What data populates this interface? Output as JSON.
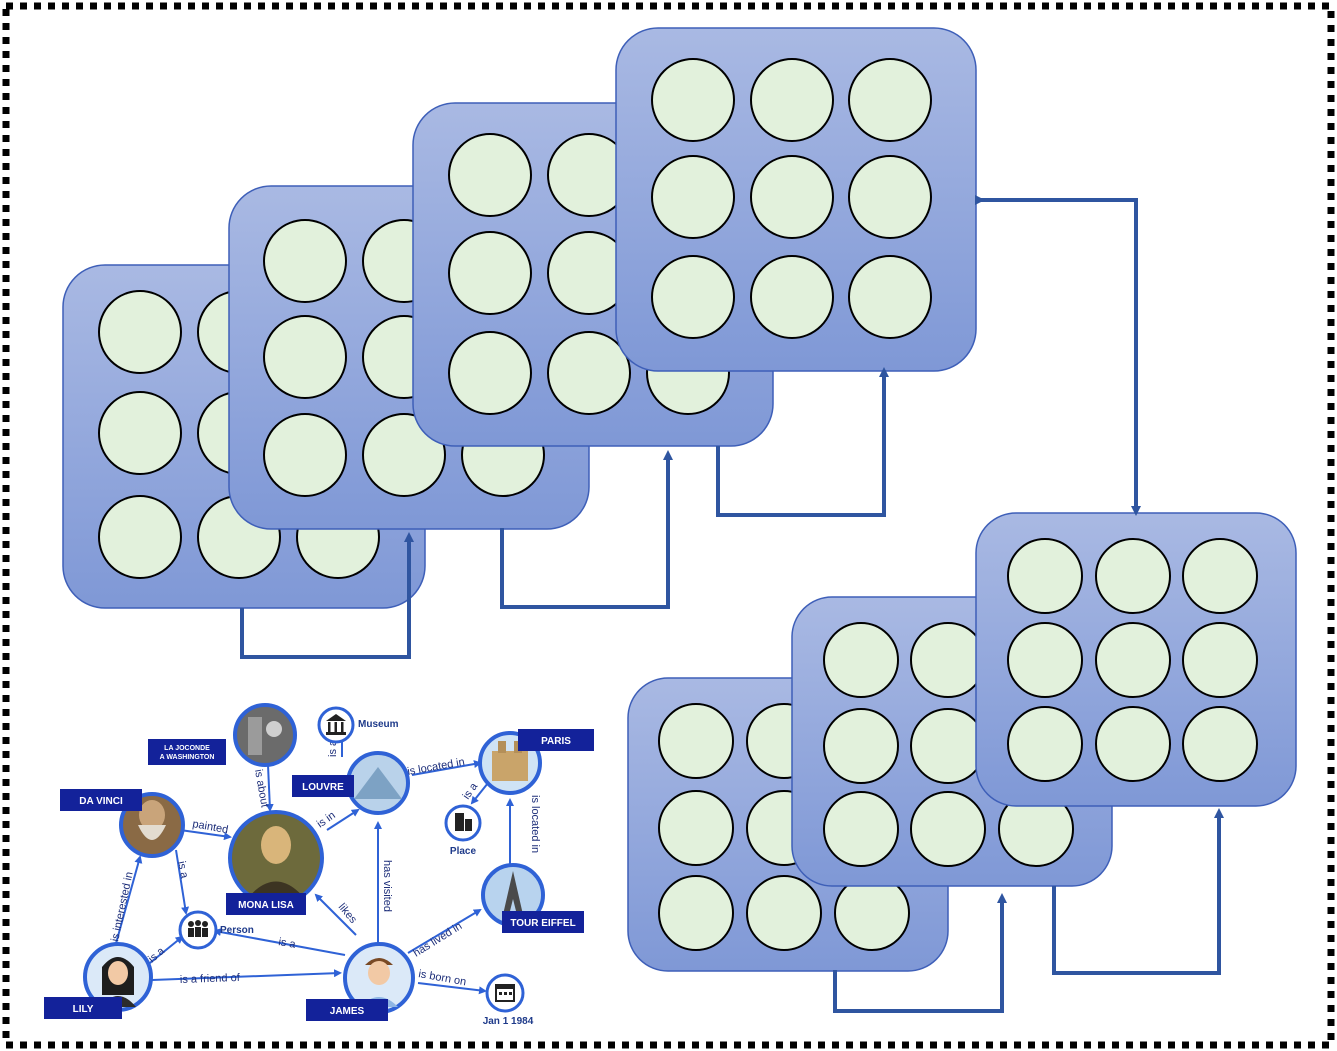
{
  "colors": {
    "panel_top": "#a8b8e2",
    "panel_bottom": "#7f98d6",
    "panel_stroke": "#3e5fb8",
    "circle_fill": "#e2f1dc",
    "connector": "#2f55a0",
    "kg_label_bg": "#13229a",
    "kg_node_ring": "#2f62d6"
  },
  "knowledge_graph": {
    "nodes": {
      "joconde": "LA JOCONDE\nA WASHINGTON",
      "museum": "Museum",
      "paris": "PARIS",
      "louvre": "LOUVRE",
      "da_vinci": "DA VINCI",
      "place": "Place",
      "mona_lisa": "MONA LISA",
      "person": "Person",
      "tour_eiffel": "TOUR EIFFEL",
      "lily": "LILY",
      "james": "JAMES",
      "date": "Jan 1 1984"
    },
    "edges": {
      "is_about": "is about",
      "louvre_is_a": "is a",
      "louvre_located_in": "is located in",
      "paris_is_a": "is a",
      "eiffel_located_in": "is located in",
      "painted": "painted",
      "is_in": "is in",
      "davinci_is_a": "is a",
      "interested_in": "is interested in",
      "has_visited": "has visited",
      "likes": "likes",
      "has_lived_in": "has lived in",
      "lily_is_a": "is a",
      "james_is_a": "is a",
      "friend_of": "is a friend of",
      "born_on": "is born on"
    }
  }
}
